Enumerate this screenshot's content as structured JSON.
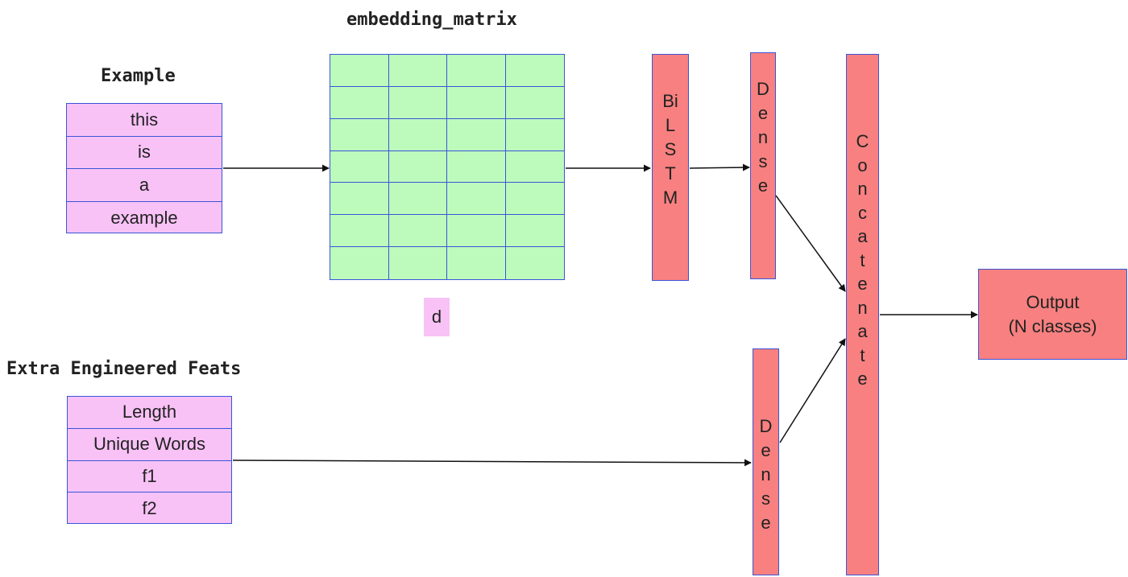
{
  "labels": {
    "embedding_matrix": "embedding_matrix",
    "example": "Example",
    "extra_feats": "Extra Engineered Feats",
    "d": "d"
  },
  "example_words": [
    "this",
    "is",
    "a",
    "example"
  ],
  "feature_items": [
    "Length",
    "Unique Words",
    "f1",
    "f2"
  ],
  "layers": {
    "bilstm": [
      "Bi",
      "L",
      "S",
      "T",
      "M"
    ],
    "dense": [
      "D",
      "e",
      "n",
      "s",
      "e"
    ],
    "concatenate": [
      "C",
      "o",
      "n",
      "c",
      "a",
      "t",
      "e",
      "n",
      "a",
      "t",
      "e"
    ]
  },
  "output": {
    "line1": "Output",
    "line2": "(N classes)"
  },
  "colors": {
    "pink": "#f8c2f6",
    "green": "#bdfbbd",
    "salmon": "#f88080",
    "border": "#3a55d8"
  }
}
